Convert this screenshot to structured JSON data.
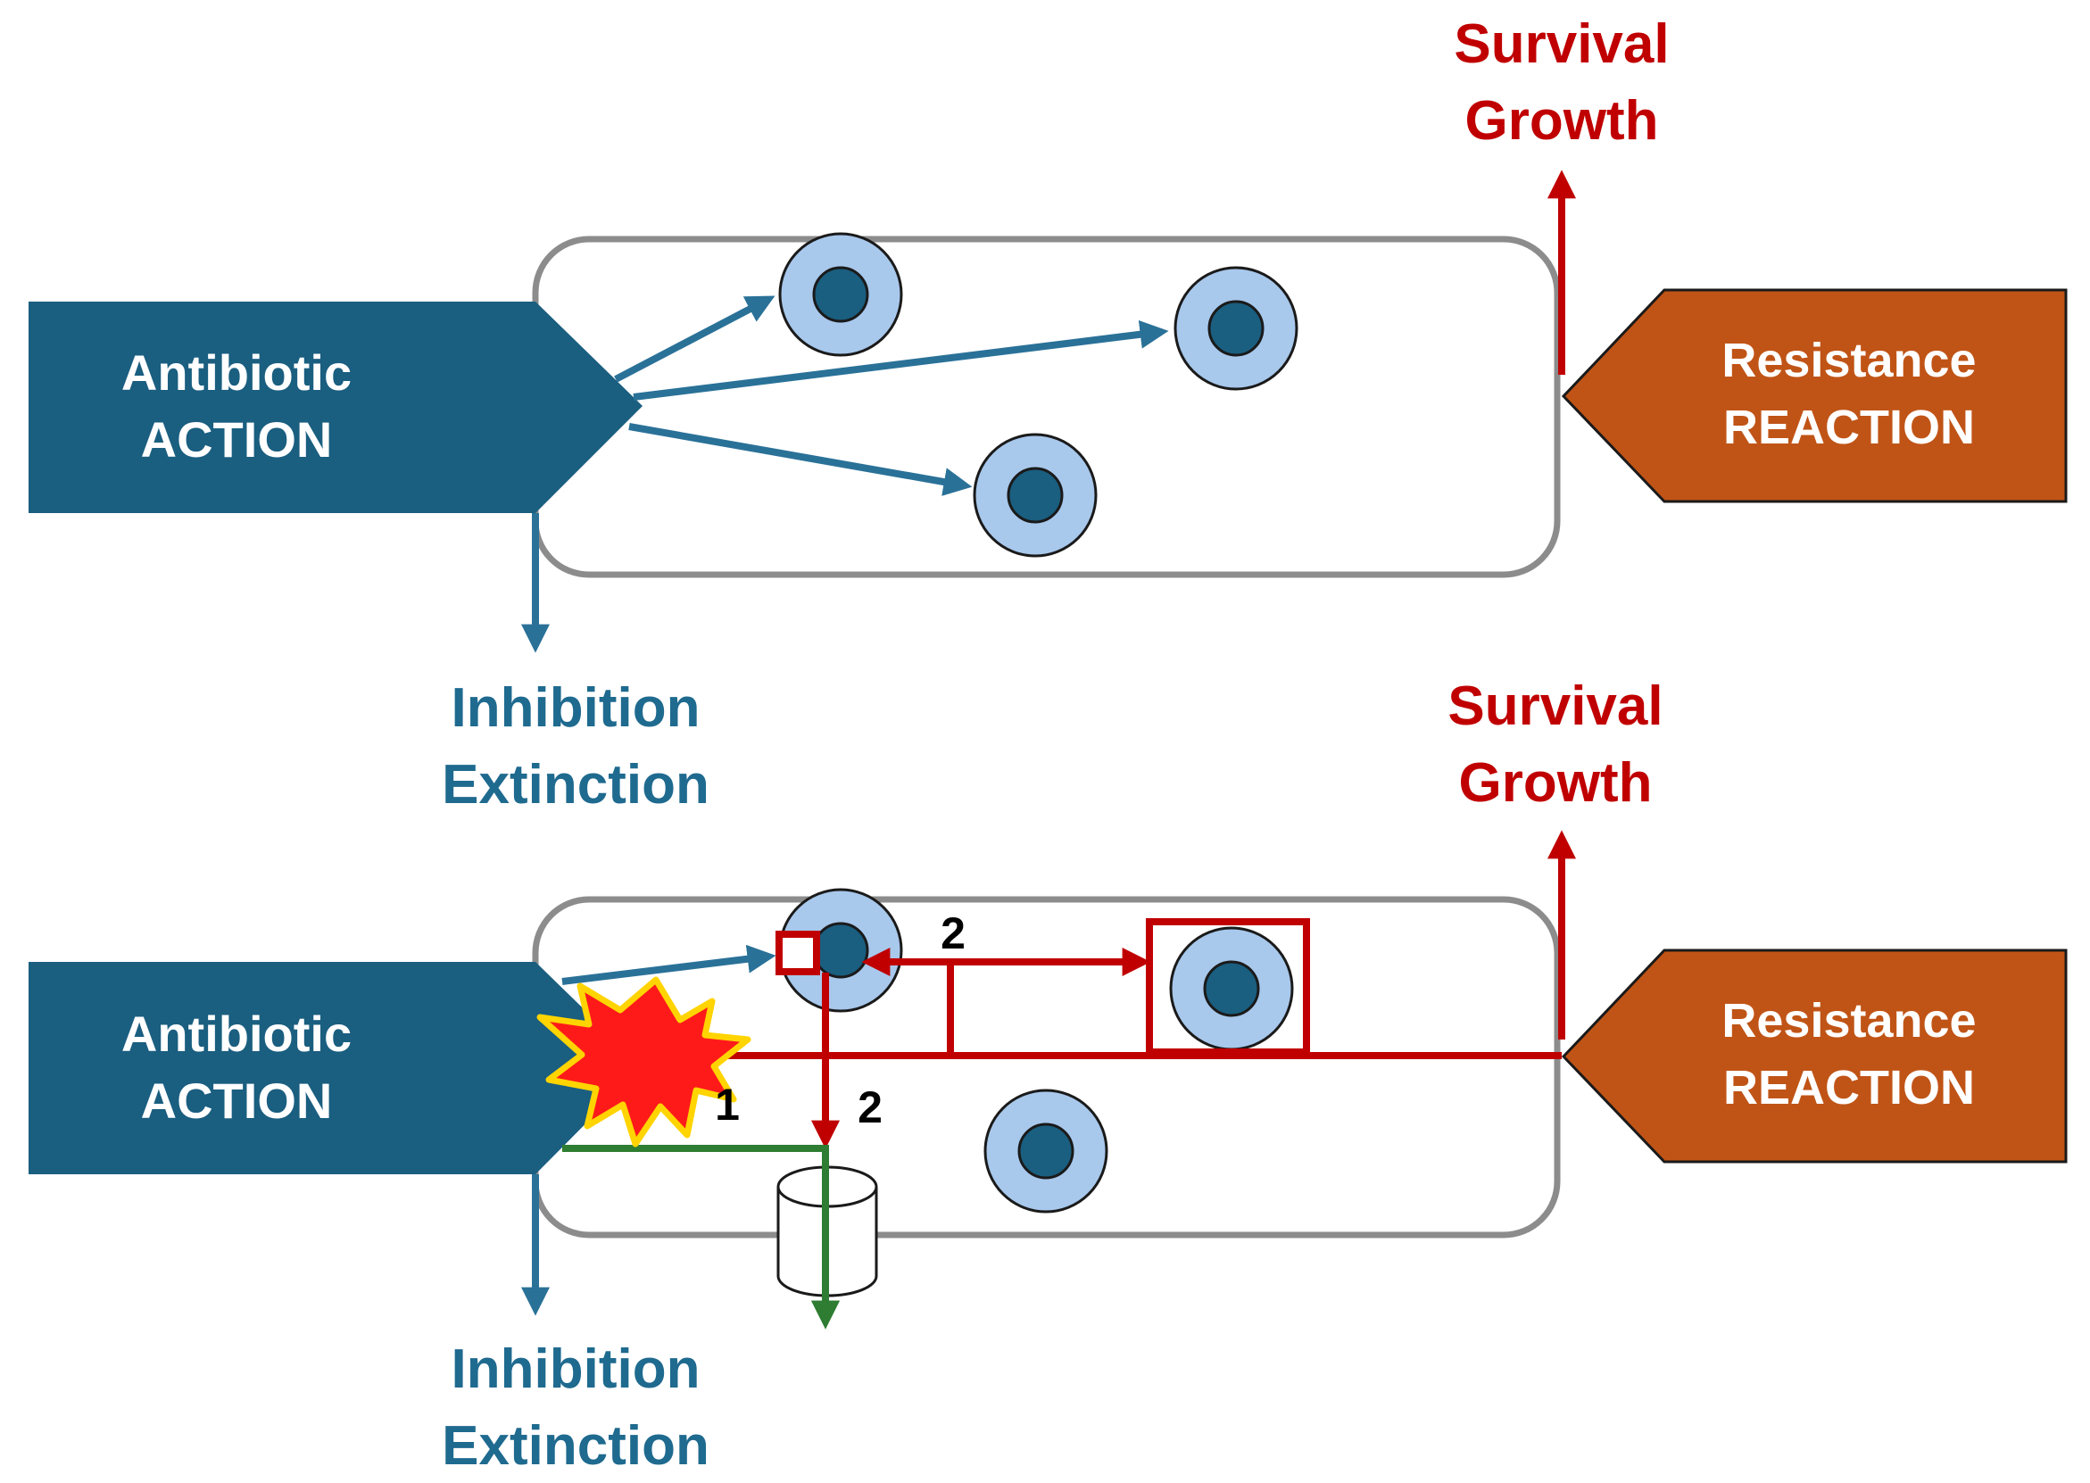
{
  "colors": {
    "action": "#1a5e80",
    "action_arrow": "#2a7198",
    "reaction": "#c05416",
    "survival": "#c00000",
    "inhibition": "#1f6a8f",
    "cell_border": "#8c8c8c",
    "target_outer": "#a8c8ec",
    "target_inner": "#1a5e80",
    "burst_fill": "#ff1a1a",
    "burst_outline": "#ffd400",
    "efflux": "#2e7d32"
  },
  "panels": [
    {
      "action": {
        "line1": "Antibiotic",
        "line2": "ACTION"
      },
      "reaction": {
        "line1": "Resistance",
        "line2": "REACTION"
      },
      "survival": {
        "line1": "Survival",
        "line2": "Growth"
      },
      "inhibition": {
        "line1": "Inhibition",
        "line2": "Extinction"
      }
    },
    {
      "action": {
        "line1": "Antibiotic",
        "line2": "ACTION"
      },
      "reaction": {
        "line1": "Resistance",
        "line2": "REACTION"
      },
      "survival": {
        "line1": "Survival",
        "line2": "Growth"
      },
      "inhibition": {
        "line1": "Inhibition",
        "line2": "Extinction"
      },
      "markers": {
        "one": "1",
        "two_top": "2",
        "two_side": "2"
      }
    }
  ],
  "icons": [
    "antibiotic-target-icon",
    "explosion-icon",
    "efflux-pump-icon",
    "modified-target-box-icon"
  ]
}
